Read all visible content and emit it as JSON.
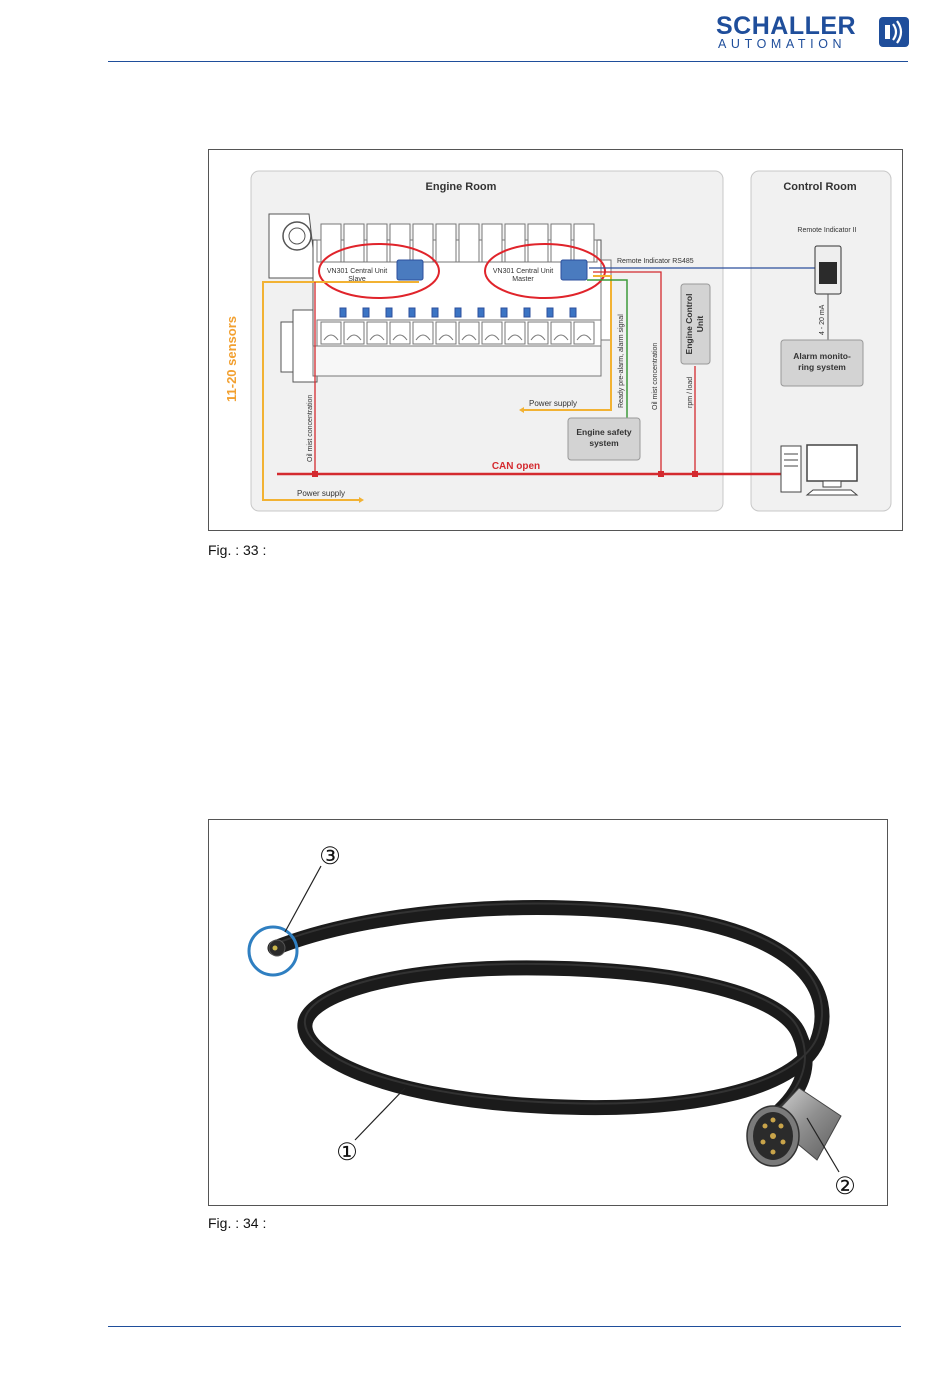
{
  "header": {
    "logo_brand": "SCHALLER",
    "logo_sub": "AUTOMATION"
  },
  "figure33": {
    "engine_room_label": "Engine Room",
    "control_room_label": "Control Room",
    "sensors_label": "11-20 sensors",
    "slave_unit_label_1": "VN301 Central Unit",
    "slave_unit_label_2": "Slave",
    "master_unit_label_1": "VN301 Central Unit",
    "master_unit_label_2": "Master",
    "rs485_label": "Remote Indicator RS485",
    "remote_indicator_label": "Remote Indicator II",
    "current_label": "4 - 20 mA",
    "alarm_box_1": "Alarm monito-",
    "alarm_box_2": "ring system",
    "engine_control_1": "Engine Control",
    "engine_control_2": "Unit",
    "oil_mist_left": "Oil mist concentration",
    "ready_signal": "Ready pre-alarm, alarm signal",
    "oil_mist_right": "Oil mist concentration",
    "rpm_load": "rpm / load",
    "power_supply_mid": "Power supply",
    "engine_safety_1": "Engine safety",
    "engine_safety_2": "system",
    "can_open": "CAN open",
    "power_supply_bottom": "Power supply",
    "caption": "Fig. : 33 :",
    "colors": {
      "can": "#d42a2f",
      "power": "#f2b233",
      "rs485": "#2c4f9c",
      "signal": "#3d9a3a",
      "highlight": "#e0242b"
    }
  },
  "figure34": {
    "callout_1": "①",
    "callout_2": "②",
    "callout_3": "③",
    "caption": "Fig. : 34 :",
    "colors": {
      "cable": "#1c1c1c",
      "circle": "#2f7fc1"
    }
  }
}
